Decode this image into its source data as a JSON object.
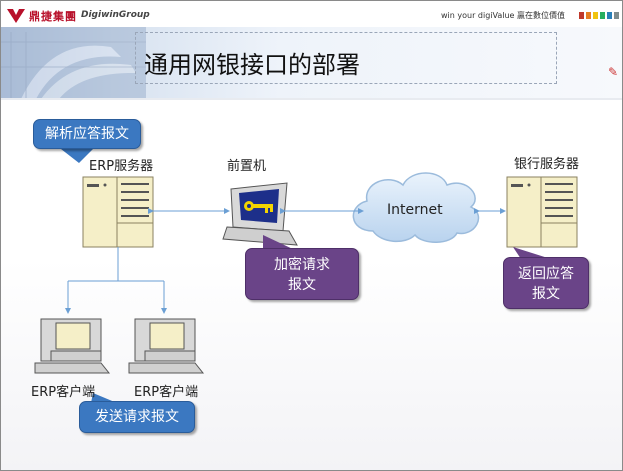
{
  "header": {
    "logo_cn": "鼎捷集團",
    "logo_en": "DigiwinGroup",
    "slogan": "win your digiValue 贏在數位價值",
    "square_colors": [
      "#c0392b",
      "#e67e22",
      "#f1c40f",
      "#27ae60",
      "#2980b9",
      "#7f8c8d"
    ]
  },
  "title": "通用网银接口的部署",
  "nodes": {
    "erp_server": "ERP服务器",
    "front_machine": "前置机",
    "internet": "Internet",
    "bank_server": "银行服务器",
    "erp_client_1": "ERP客户端",
    "erp_client_2": "ERP客户端"
  },
  "callouts": {
    "parse": "解析应答报文",
    "encrypt_line1": "加密请求",
    "encrypt_line2": "报文",
    "return_line1": "返回应答",
    "return_line2": "报文",
    "send": "发送请求报文"
  },
  "colors": {
    "callout_blue": "#3b78c1",
    "callout_purple": "#6a4488",
    "connector": "#6b9fd4"
  }
}
